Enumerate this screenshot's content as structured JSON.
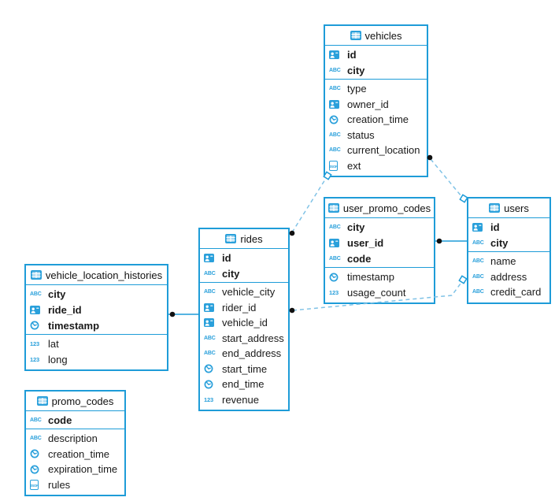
{
  "colors": {
    "accent": "#1e9cd8",
    "dash_line": "#7fc2e6",
    "dot": "#111111",
    "background": "#ffffff"
  },
  "icons": {
    "abc": "ABC",
    "num": "123",
    "json": "JSON"
  },
  "tables": [
    {
      "name": "vehicles",
      "primary": [
        {
          "icon": "id",
          "label": "id"
        },
        {
          "icon": "abc",
          "label": "city"
        }
      ],
      "fields": [
        {
          "icon": "abc",
          "label": "type"
        },
        {
          "icon": "id",
          "label": "owner_id"
        },
        {
          "icon": "clock",
          "label": "creation_time"
        },
        {
          "icon": "abc",
          "label": "status"
        },
        {
          "icon": "abc",
          "label": "current_location"
        },
        {
          "icon": "json",
          "label": "ext"
        }
      ]
    },
    {
      "name": "user_promo_codes",
      "primary": [
        {
          "icon": "abc",
          "label": "city"
        },
        {
          "icon": "id",
          "label": "user_id"
        },
        {
          "icon": "abc",
          "label": "code"
        }
      ],
      "fields": [
        {
          "icon": "clock",
          "label": "timestamp"
        },
        {
          "icon": "num",
          "label": "usage_count"
        }
      ]
    },
    {
      "name": "users",
      "primary": [
        {
          "icon": "id",
          "label": "id"
        },
        {
          "icon": "abc",
          "label": "city"
        }
      ],
      "fields": [
        {
          "icon": "abc",
          "label": "name"
        },
        {
          "icon": "abc",
          "label": "address"
        },
        {
          "icon": "abc",
          "label": "credit_card"
        }
      ]
    },
    {
      "name": "rides",
      "primary": [
        {
          "icon": "id",
          "label": "id"
        },
        {
          "icon": "abc",
          "label": "city"
        }
      ],
      "fields": [
        {
          "icon": "abc",
          "label": "vehicle_city"
        },
        {
          "icon": "id",
          "label": "rider_id"
        },
        {
          "icon": "id",
          "label": "vehicle_id"
        },
        {
          "icon": "abc",
          "label": "start_address"
        },
        {
          "icon": "abc",
          "label": "end_address"
        },
        {
          "icon": "clock",
          "label": "start_time"
        },
        {
          "icon": "clock",
          "label": "end_time"
        },
        {
          "icon": "num",
          "label": "revenue"
        }
      ]
    },
    {
      "name": "vehicle_location_histories",
      "primary": [
        {
          "icon": "abc",
          "label": "city"
        },
        {
          "icon": "id",
          "label": "ride_id"
        },
        {
          "icon": "clock",
          "label": "timestamp"
        }
      ],
      "fields": [
        {
          "icon": "num",
          "label": "lat"
        },
        {
          "icon": "num",
          "label": "long"
        }
      ]
    },
    {
      "name": "promo_codes",
      "primary": [
        {
          "icon": "abc",
          "label": "code"
        }
      ],
      "fields": [
        {
          "icon": "abc",
          "label": "description"
        },
        {
          "icon": "clock",
          "label": "creation_time"
        },
        {
          "icon": "clock",
          "label": "expiration_time"
        },
        {
          "icon": "json",
          "label": "rules"
        }
      ]
    }
  ],
  "relationships": [
    {
      "from": "vehicle_location_histories",
      "to": "rides",
      "style": "solid",
      "from_marker": "dot",
      "to_marker": "none"
    },
    {
      "from": "user_promo_codes",
      "to": "users",
      "style": "solid",
      "from_marker": "dot",
      "to_marker": "none"
    },
    {
      "from": "rides",
      "to": "vehicles",
      "style": "dashed",
      "from_marker": "dot",
      "to_marker": "diamond"
    },
    {
      "from": "vehicles",
      "to": "users",
      "style": "dashed",
      "from_marker": "dot",
      "to_marker": "diamond"
    },
    {
      "from": "rides",
      "to": "users",
      "style": "dashed",
      "from_marker": "dot",
      "to_marker": "diamond"
    }
  ]
}
